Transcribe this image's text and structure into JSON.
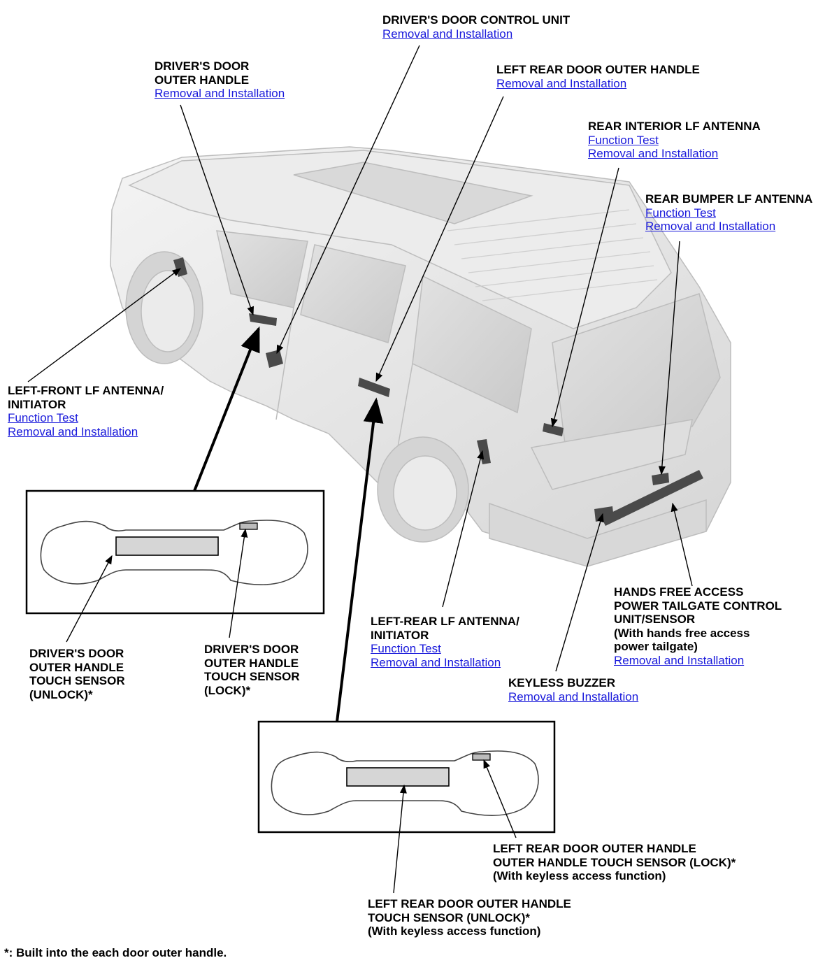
{
  "links": {
    "removal": "Removal and Installation",
    "function_test": "Function Test"
  },
  "callouts": {
    "driver_door_control_unit": {
      "lines": [
        "DRIVER'S DOOR CONTROL UNIT"
      ]
    },
    "driver_door_outer_handle": {
      "lines": [
        "DRIVER'S DOOR",
        "OUTER HANDLE"
      ]
    },
    "left_rear_door_outer_handle": {
      "lines": [
        "LEFT REAR DOOR OUTER HANDLE"
      ]
    },
    "rear_interior_lf_antenna": {
      "lines": [
        "REAR INTERIOR LF ANTENNA"
      ]
    },
    "rear_bumper_lf_antenna": {
      "lines": [
        "REAR BUMPER LF ANTENNA"
      ]
    },
    "left_front_lf_antenna": {
      "lines": [
        "LEFT-FRONT LF ANTENNA/",
        "INITIATOR"
      ]
    },
    "driver_touch_unlock": {
      "lines": [
        "DRIVER'S DOOR",
        "OUTER HANDLE",
        "TOUCH SENSOR",
        "(UNLOCK)*"
      ]
    },
    "driver_touch_lock": {
      "lines": [
        "DRIVER'S DOOR",
        "OUTER HANDLE",
        "TOUCH SENSOR",
        "(LOCK)*"
      ]
    },
    "left_rear_lf_antenna": {
      "lines": [
        "LEFT-REAR LF ANTENNA/",
        "INITIATOR"
      ]
    },
    "hands_free_tailgate": {
      "lines": [
        "HANDS FREE ACCESS",
        "POWER TAILGATE CONTROL",
        "UNIT/SENSOR",
        "(With hands free access",
        "power tailgate)"
      ]
    },
    "keyless_buzzer": {
      "lines": [
        "KEYLESS BUZZER"
      ]
    },
    "lr_touch_lock": {
      "lines": [
        "LEFT REAR DOOR OUTER HANDLE",
        "OUTER HANDLE TOUCH SENSOR (LOCK)*",
        "(With keyless access function)"
      ]
    },
    "lr_touch_unlock": {
      "lines": [
        "LEFT REAR DOOR OUTER HANDLE",
        "TOUCH SENSOR (UNLOCK)*",
        "(With keyless access function)"
      ]
    }
  },
  "footnote": "*: Built into the each door outer handle."
}
